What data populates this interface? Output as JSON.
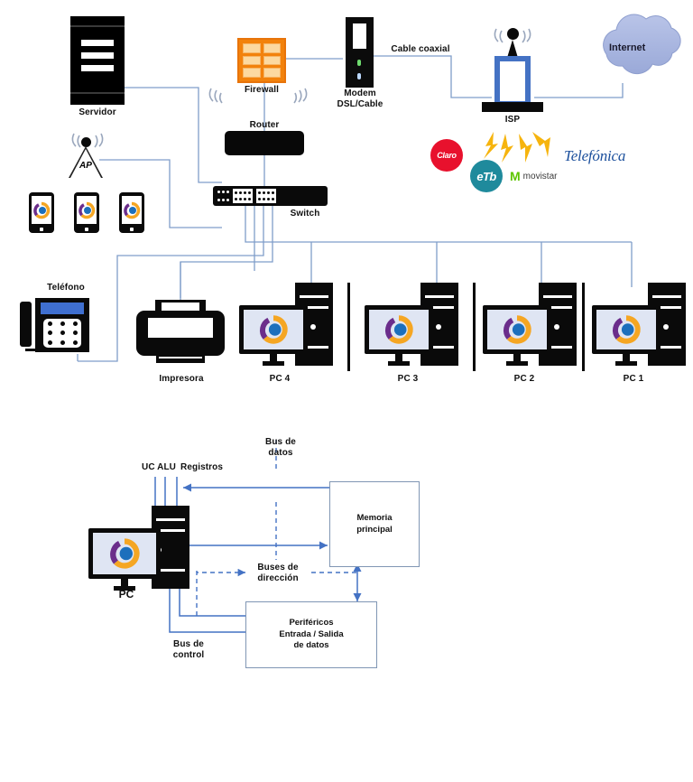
{
  "diagrams": [
    {
      "id": "network-topology",
      "nodes": {
        "server": "Servidor",
        "firewall": "Firewall",
        "router": "Router",
        "switch": "Switch",
        "modem": "Modem\nDSL/Cable",
        "coax": "Cable coaxial",
        "isp": "ISP",
        "internet": "Internet",
        "ap": "AP",
        "telefono": "Teléfono",
        "impresora": "Impresora",
        "pc4": "PC 4",
        "pc3": "PC 3",
        "pc2": "PC 2",
        "pc1": "PC 1"
      },
      "providers": [
        {
          "name": "Claro",
          "text": "Claro",
          "color": "#e8112d"
        },
        {
          "name": "ETB",
          "text": "eTb",
          "color": "#1f8a9c"
        },
        {
          "name": "Movistar",
          "text": "movistar",
          "color": "#5ec500"
        },
        {
          "name": "Telefonica",
          "text": "Telefónica",
          "color": "#1b4f9c"
        }
      ]
    },
    {
      "id": "von-neumann-architecture",
      "nodes": {
        "pc": "PC",
        "cpu_parts": "UC ALU",
        "registros": "Registros",
        "bus_datos": "Bus de\ndatos",
        "memoria": "Memoria\nprincipal",
        "buses_direccion": "Buses de\ndirección",
        "perifericos": "Periféricos\nEntrada / Salida\nde datos",
        "bus_control": "Bus de\ncontrol"
      }
    }
  ],
  "colors": {
    "link": "#7f9dc9",
    "arrow": "#4472c4",
    "cloud": "#a8b6e0",
    "firewall": "#f2820c",
    "isp_blue": "#4472c4",
    "phone_screen": "#3f6fd0",
    "bolt": "#f6b40e"
  }
}
